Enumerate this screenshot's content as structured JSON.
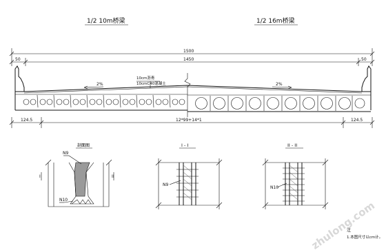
{
  "titles": {
    "left_half": "1/2 10m桥梁",
    "right_half": "1/2 16m桥梁"
  },
  "dimensions": {
    "total_width": "1500",
    "inner_width": "1450",
    "left_edge": "50",
    "right_edge": "50",
    "bottom_left": "124.5",
    "bottom_center": "12*99+14*1",
    "bottom_right": "124.5"
  },
  "cross_section": {
    "slope_left": "2%",
    "slope_right": "2%",
    "pavement_note_line1": "10cm沥青",
    "pavement_note_line2": "10cmC40混凝土"
  },
  "details": {
    "detail_a_title": "剖面图",
    "detail_a_label_top": "N9",
    "detail_a_label_bottom": "N10",
    "detail_b_title": "I - I",
    "detail_b_label": "N9",
    "detail_c_title": "II - II",
    "detail_c_label": "N10",
    "mark_i": "I",
    "mark_ii": "II"
  },
  "notes": {
    "heading": "注",
    "line1": "1.本图尺寸以cm计。"
  },
  "watermark": "zhulong.com"
}
